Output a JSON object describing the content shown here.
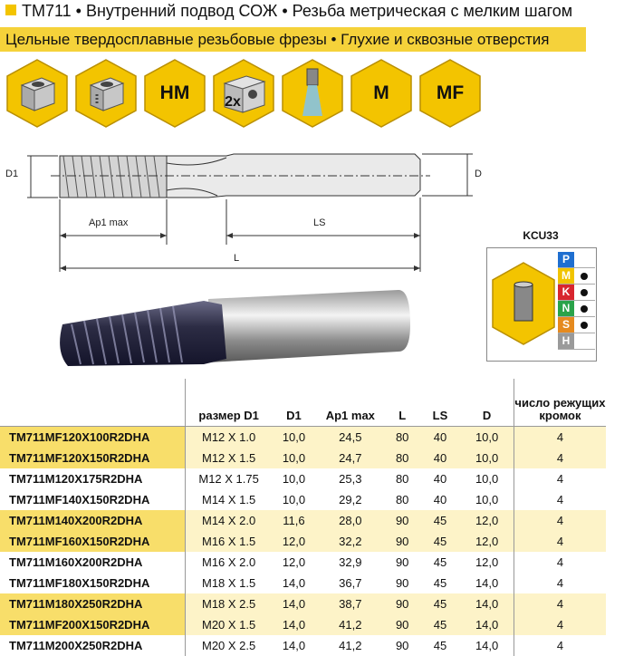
{
  "header": {
    "title": "TM711 • Внутренний подвод СОЖ • Резьба метрическая с мелким шагом",
    "subtitle": "Цельные твердосплавные резьбовые фрезы • Глухие и сквозные отверстия"
  },
  "icons": [
    {
      "name": "blind-hole-thread-icon",
      "label": ""
    },
    {
      "name": "through-hole-thread-icon",
      "label": ""
    },
    {
      "name": "hm-icon",
      "label": "HM"
    },
    {
      "name": "two-x-depth-icon",
      "label": "2x"
    },
    {
      "name": "coolant-icon",
      "label": ""
    },
    {
      "name": "metric-icon",
      "label": "M"
    },
    {
      "name": "metric-fine-icon",
      "label": "MF"
    }
  ],
  "drawing": {
    "d1": "D1",
    "d": "D",
    "ap1": "Ap1 max",
    "ls": "LS",
    "l": "L"
  },
  "grade": {
    "name": "KCU33",
    "materials": [
      {
        "letter": "P",
        "color": "#1f6fd0",
        "dot": false
      },
      {
        "letter": "M",
        "color": "#f1c400",
        "dot": true
      },
      {
        "letter": "K",
        "color": "#d8262e",
        "dot": true
      },
      {
        "letter": "N",
        "color": "#2aa34a",
        "dot": true
      },
      {
        "letter": "S",
        "color": "#e58a1f",
        "dot": true
      },
      {
        "letter": "H",
        "color": "#9a9a9a",
        "dot": false
      }
    ]
  },
  "table": {
    "headers": [
      "",
      "размер D1",
      "D1",
      "Ap1 max",
      "L",
      "LS",
      "D",
      "число режущих кромок"
    ],
    "rows": [
      [
        "TM711MF120X100R2DHA",
        "M12 X 1.0",
        "10,0",
        "24,5",
        "80",
        "40",
        "10,0",
        "4"
      ],
      [
        "TM711MF120X150R2DHA",
        "M12 X 1.5",
        "10,0",
        "24,7",
        "80",
        "40",
        "10,0",
        "4"
      ],
      [
        "TM711M120X175R2DHA",
        "M12 X 1.75",
        "10,0",
        "25,3",
        "80",
        "40",
        "10,0",
        "4"
      ],
      [
        "TM711MF140X150R2DHA",
        "M14 X 1.5",
        "10,0",
        "29,2",
        "80",
        "40",
        "10,0",
        "4"
      ],
      [
        "TM711M140X200R2DHA",
        "M14 X 2.0",
        "11,6",
        "28,0",
        "90",
        "45",
        "12,0",
        "4"
      ],
      [
        "TM711MF160X150R2DHA",
        "M16 X 1.5",
        "12,0",
        "32,2",
        "90",
        "45",
        "12,0",
        "4"
      ],
      [
        "TM711M160X200R2DHA",
        "M16 X 2.0",
        "12,0",
        "32,9",
        "90",
        "45",
        "12,0",
        "4"
      ],
      [
        "TM711MF180X150R2DHA",
        "M18 X 1.5",
        "14,0",
        "36,7",
        "90",
        "45",
        "14,0",
        "4"
      ],
      [
        "TM711M180X250R2DHA",
        "M18 X 2.5",
        "14,0",
        "38,7",
        "90",
        "45",
        "14,0",
        "4"
      ],
      [
        "TM711MF200X150R2DHA",
        "M20 X 1.5",
        "14,0",
        "41,2",
        "90",
        "45",
        "14,0",
        "4"
      ],
      [
        "TM711M200X250R2DHA",
        "M20 X 2.5",
        "14,0",
        "41,2",
        "90",
        "45",
        "14,0",
        "4"
      ]
    ]
  }
}
